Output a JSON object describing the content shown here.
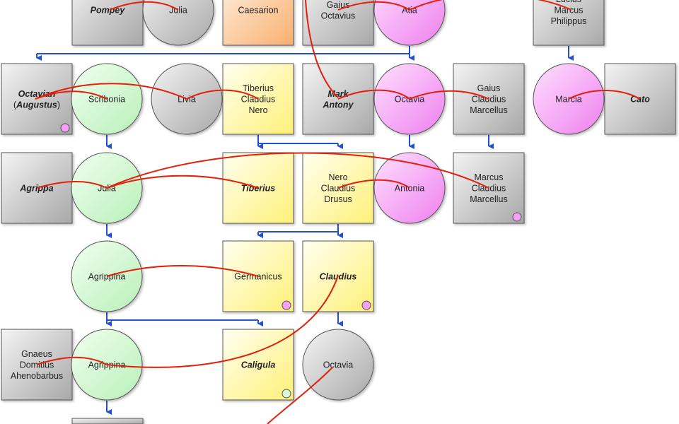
{
  "diagram": {
    "title": "Julio-Claudian family tree",
    "colors": {
      "gray": [
        "#f4f4f4",
        "#a8a8a8"
      ],
      "green": [
        "#f0fff0",
        "#b8f0b8"
      ],
      "pink": [
        "#ffe0ff",
        "#ee80ee"
      ],
      "yellow": [
        "#fffff0",
        "#fff078"
      ],
      "orange": [
        "#fff0e0",
        "#f8b070"
      ],
      "descent_line": "#2250d0",
      "marriage_line": "#e3200c"
    },
    "nodes": [
      {
        "id": "pompey",
        "lines": [
          "Pompey"
        ],
        "emperor": true,
        "shape": "rect",
        "fill": "gray"
      },
      {
        "id": "julia1",
        "lines": [
          "Julia"
        ],
        "emperor": false,
        "shape": "circle",
        "fill": "gray"
      },
      {
        "id": "caesarion",
        "lines": [
          "Caesarion"
        ],
        "emperor": false,
        "shape": "rect",
        "fill": "orange"
      },
      {
        "id": "gaius-octavius",
        "lines": [
          "Gaius",
          "Octavius"
        ],
        "emperor": false,
        "shape": "rect",
        "fill": "gray"
      },
      {
        "id": "atia",
        "lines": [
          "Atia"
        ],
        "emperor": false,
        "shape": "circle",
        "fill": "pink"
      },
      {
        "id": "philippus",
        "lines": [
          "Lucius",
          "Marcus",
          "Philippus"
        ],
        "emperor": false,
        "shape": "rect",
        "fill": "gray"
      },
      {
        "id": "octavian",
        "lines": [
          "Octavian",
          "(Augustus)"
        ],
        "emperor": true,
        "shape": "rect",
        "fill": "gray",
        "badge": "pink"
      },
      {
        "id": "scribonia",
        "lines": [
          "Scribonia"
        ],
        "emperor": false,
        "shape": "circle",
        "fill": "green"
      },
      {
        "id": "livia",
        "lines": [
          "Livia"
        ],
        "emperor": false,
        "shape": "circle",
        "fill": "gray"
      },
      {
        "id": "tc-nero",
        "lines": [
          "Tiberius",
          "Claudius",
          "Nero"
        ],
        "emperor": false,
        "shape": "rect",
        "fill": "yellow"
      },
      {
        "id": "mark-antony",
        "lines": [
          "Mark",
          "Antony"
        ],
        "emperor": true,
        "shape": "rect",
        "fill": "gray"
      },
      {
        "id": "octavia1",
        "lines": [
          "Octavia"
        ],
        "emperor": false,
        "shape": "circle",
        "fill": "pink"
      },
      {
        "id": "gc-marcellus",
        "lines": [
          "Gaius",
          "Claudius",
          "Marcellus"
        ],
        "emperor": false,
        "shape": "rect",
        "fill": "gray"
      },
      {
        "id": "marcia",
        "lines": [
          "Marcia"
        ],
        "emperor": false,
        "shape": "circle",
        "fill": "pink"
      },
      {
        "id": "cato",
        "lines": [
          "Cato"
        ],
        "emperor": true,
        "shape": "rect",
        "fill": "gray"
      },
      {
        "id": "agrippa",
        "lines": [
          "Agrippa"
        ],
        "emperor": true,
        "shape": "rect",
        "fill": "gray"
      },
      {
        "id": "julia2",
        "lines": [
          "Julia"
        ],
        "emperor": false,
        "shape": "circle",
        "fill": "green"
      },
      {
        "id": "tiberius",
        "lines": [
          "Tiberius"
        ],
        "emperor": true,
        "shape": "rect",
        "fill": "yellow"
      },
      {
        "id": "drusus",
        "lines": [
          "Nero",
          "Claudius",
          "Drusus"
        ],
        "emperor": false,
        "shape": "rect",
        "fill": "yellow"
      },
      {
        "id": "antonia",
        "lines": [
          "Antonia"
        ],
        "emperor": false,
        "shape": "circle",
        "fill": "pink"
      },
      {
        "id": "mc-marcellus",
        "lines": [
          "Marcus",
          "Claudius",
          "Marcellus"
        ],
        "emperor": false,
        "shape": "rect",
        "fill": "gray",
        "badge": "pink"
      },
      {
        "id": "agrippina1",
        "lines": [
          "Agrippina"
        ],
        "emperor": false,
        "shape": "circle",
        "fill": "green"
      },
      {
        "id": "germanicus",
        "lines": [
          "Germanicus"
        ],
        "emperor": false,
        "shape": "rect",
        "fill": "yellow",
        "badge": "pink"
      },
      {
        "id": "claudius",
        "lines": [
          "Claudius"
        ],
        "emperor": true,
        "shape": "rect",
        "fill": "yellow",
        "badge": "pink"
      },
      {
        "id": "ahenobarbus",
        "lines": [
          "Gnaeus",
          "Domitius",
          "Ahenobarbus"
        ],
        "emperor": false,
        "shape": "rect",
        "fill": "gray"
      },
      {
        "id": "agrippina2",
        "lines": [
          "Agrippina"
        ],
        "emperor": false,
        "shape": "circle",
        "fill": "green"
      },
      {
        "id": "caligula",
        "lines": [
          "Caligula"
        ],
        "emperor": true,
        "shape": "rect",
        "fill": "yellow",
        "badge": "green"
      },
      {
        "id": "octavia2",
        "lines": [
          "Octavia"
        ],
        "emperor": false,
        "shape": "circle",
        "fill": "gray"
      },
      {
        "id": "nero",
        "lines": [],
        "emperor": false,
        "shape": "rect",
        "fill": "gray"
      }
    ]
  }
}
